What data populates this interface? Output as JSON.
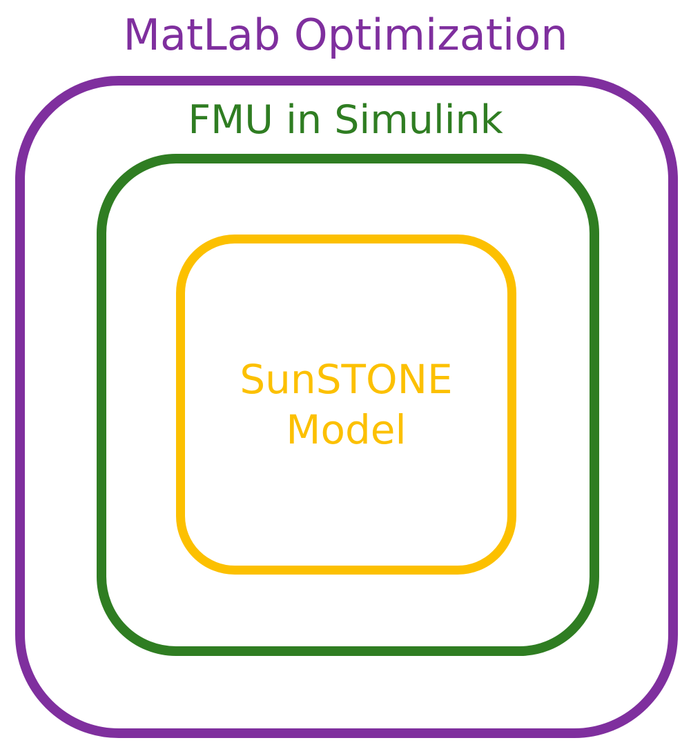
{
  "diagram": {
    "outer": {
      "label": "MatLab Optimization",
      "color": "#7f2f9e"
    },
    "middle": {
      "label": "FMU in Simulink",
      "color": "#2f7d22"
    },
    "inner": {
      "label_line1": "SunSTONE",
      "label_line2": "Model",
      "color": "#fcc000"
    }
  }
}
